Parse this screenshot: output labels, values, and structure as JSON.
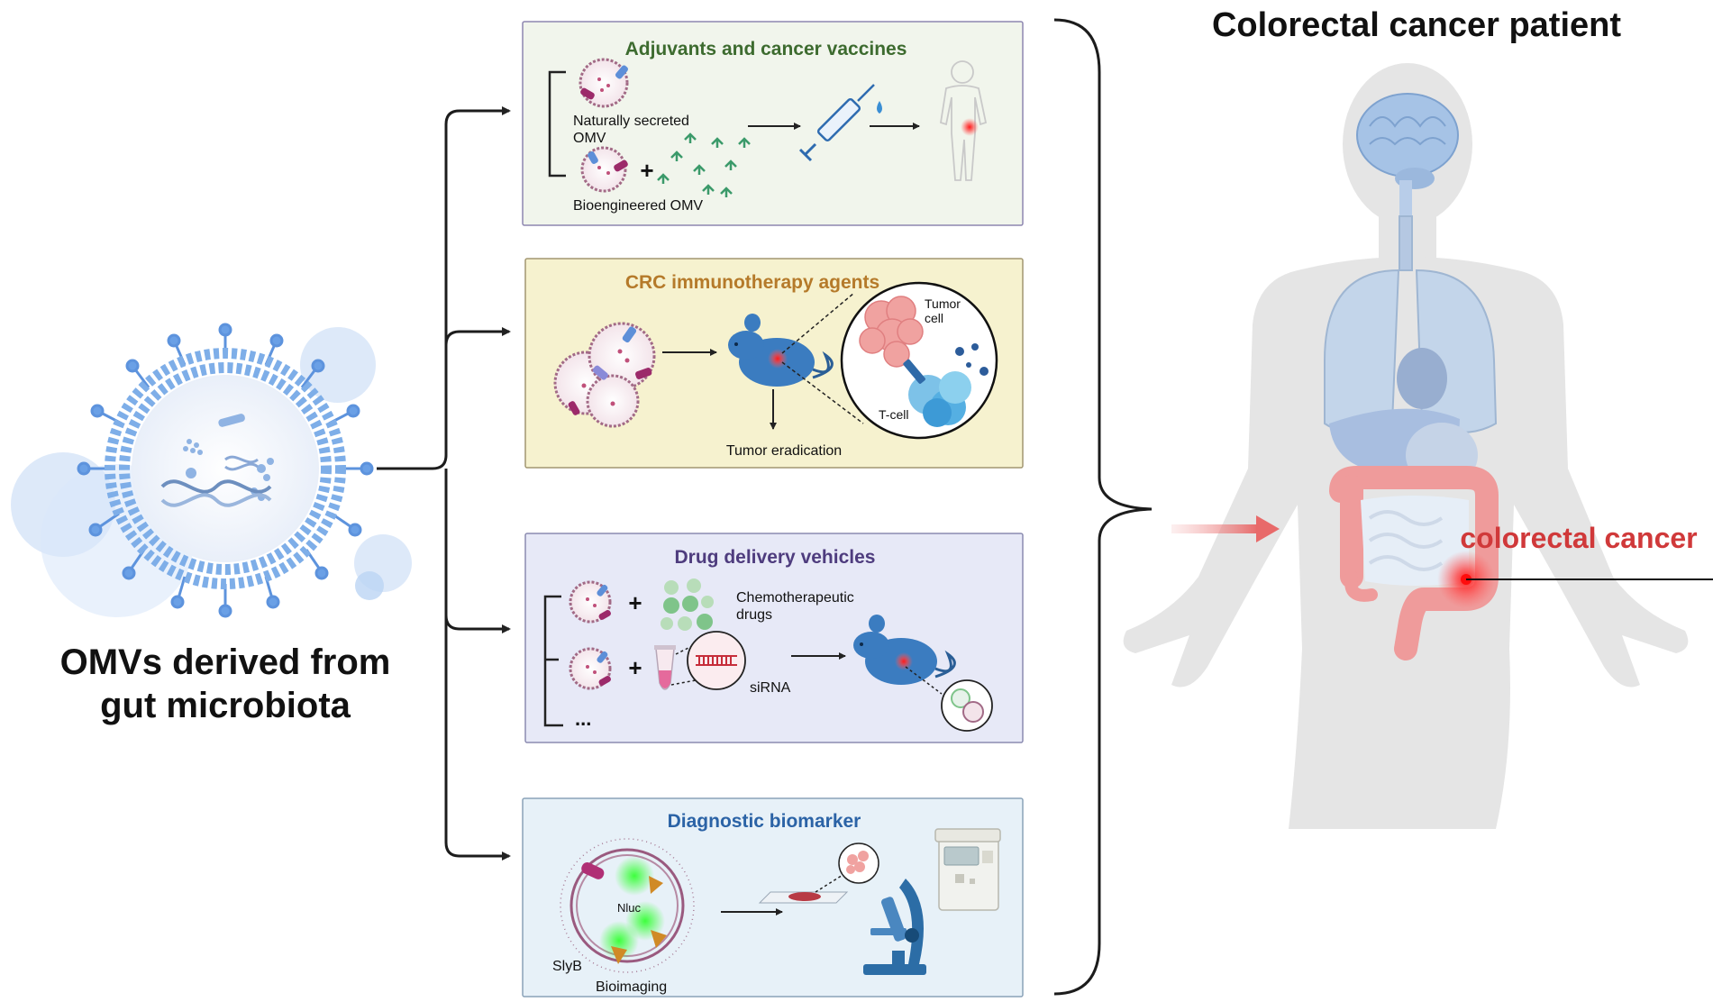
{
  "left": {
    "title_line1": "OMVs derived from",
    "title_line2": "gut microbiota"
  },
  "right": {
    "title": "Colorectal cancer patient",
    "label": "colorectal cancer"
  },
  "panels": {
    "vaccines": {
      "title": "Adjuvants and cancer vaccines",
      "natural_line1": "Naturally secreted",
      "natural_line2": "OMV",
      "bioengineered": "Bioengineered OMV",
      "plus": "+"
    },
    "immuno": {
      "title": "CRC immunotherapy agents",
      "tumor_line1": "Tumor",
      "tumor_line2": "cell",
      "tcell": "T-cell",
      "eradication": "Tumor eradication"
    },
    "drug": {
      "title": "Drug delivery vehicles",
      "chemo_line1": "Chemotherapeutic",
      "chemo_line2": "drugs",
      "sirna": "siRNA",
      "more": "...",
      "plus": "+"
    },
    "diag": {
      "title": "Diagnostic biomarker",
      "nluc": "Nluc",
      "slyb": "SlyB",
      "bioimaging": "Bioimaging"
    }
  },
  "colors": {
    "vaccines_title": "#3d6b2f",
    "immuno_title": "#b57a2a",
    "drug_title": "#4e3c7e",
    "diag_title": "#2b63a6",
    "cancer_label": "#d0393a",
    "membrane_blue": "#6a9ee0",
    "mouse_blue": "#3b7cc0"
  }
}
